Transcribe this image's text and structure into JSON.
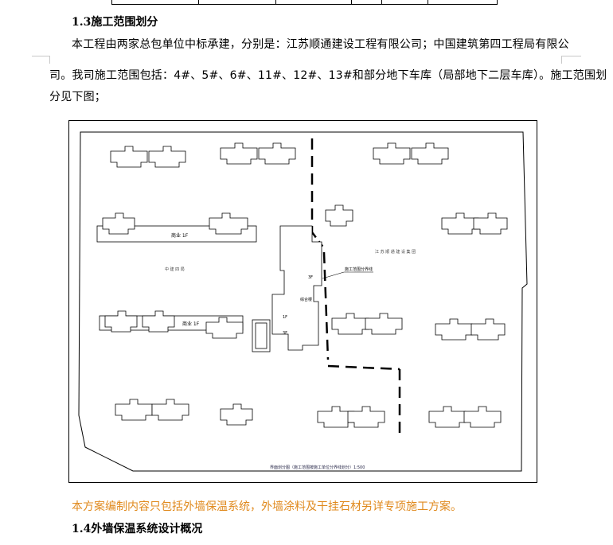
{
  "section_1_3": {
    "heading": "1.3施工范围划分",
    "para_line1": "本工程由两家总包单位中标承建，分别是：江苏顺通建设工程有限公司；中国建筑第四工程局有限公",
    "para_line2": "司。我司施工范围包括：4#、5#、6#、11#、12#、13#和部分地下车库（局部地下二层车库）。施工范围划",
    "para_line3": "分见下图；"
  },
  "site_plan": {
    "commercial_label_top": "商业 1F",
    "commercial_label_mid": "商业 1F",
    "zone_left": "中 建 四 局",
    "zone_right": "江 苏 顺 通 建 设 集 团",
    "complex_label": "综合楼",
    "floor_3f": "3F",
    "floor_1f": "1F",
    "floor_3f_b": "3F",
    "callout": "施工范围分界线",
    "caption": "界面划分图（施工范围按施工单位分界线划分）1:500"
  },
  "note": "本方案编制内容只包括外墙保温系统，外墙涂料及干挂石材另详专项施工方案。",
  "section_1_4": {
    "heading": "1.4外墙保温系统设计概况"
  },
  "colors": {
    "note": "#e08a1e",
    "text": "#000000",
    "margin_marks": "#c8c8c8"
  }
}
